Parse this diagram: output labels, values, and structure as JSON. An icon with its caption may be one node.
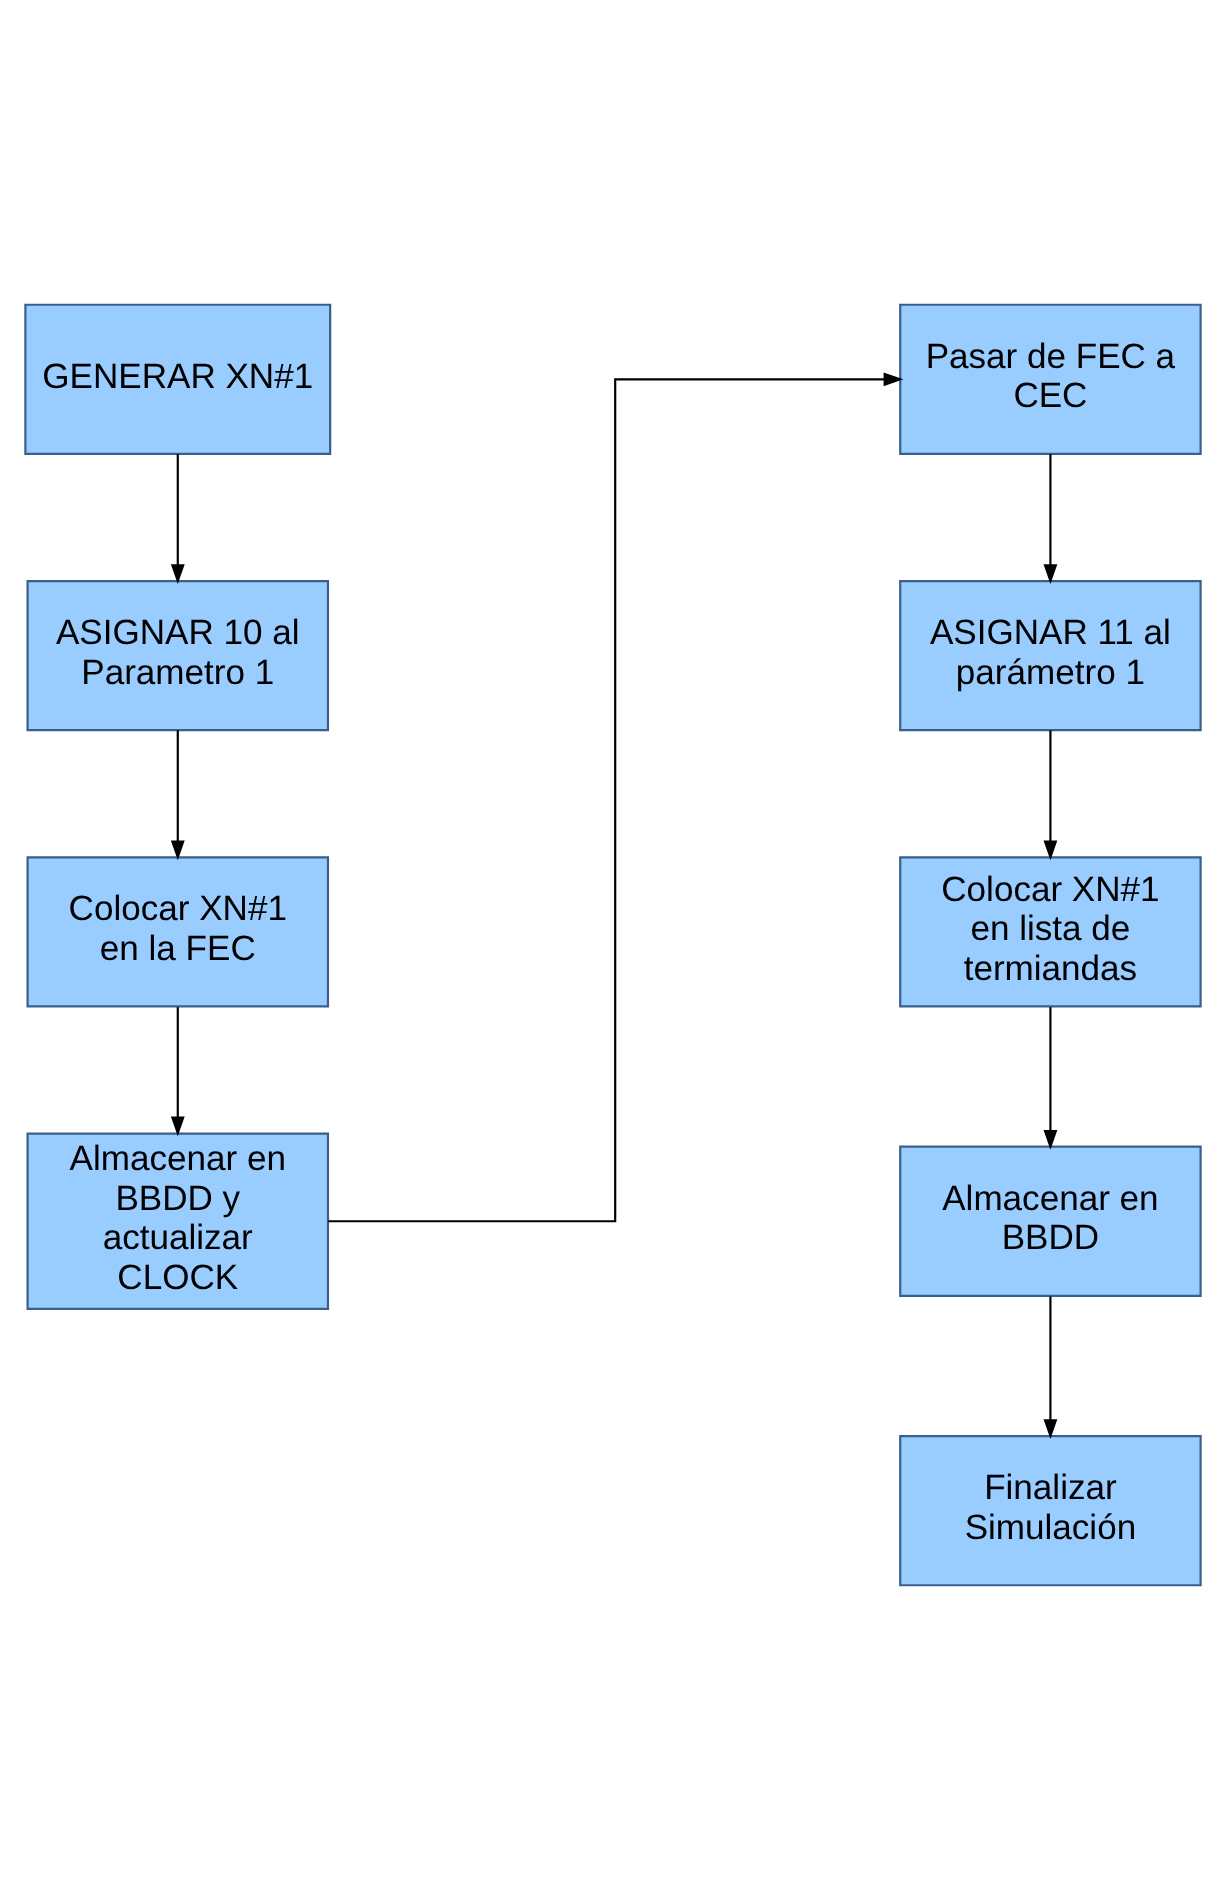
{
  "diagram": {
    "nodes": [
      {
        "text": [
          "GENERAR XN#1"
        ]
      },
      {
        "text": [
          "ASIGNAR 10 al Parametro 1"
        ]
      },
      {
        "text": [
          "Colocar XN#1 en la FEC"
        ]
      },
      {
        "text": [
          "Almacenar en BBDD y actualizar CLOCK"
        ]
      },
      {
        "text": [
          "Pasar de FEC a CEC"
        ]
      },
      {
        "text": [
          "ASIGNAR 11 al parámetro 1"
        ]
      },
      {
        "text": [
          "Colocar XN#1 en lista de termiandas"
        ]
      },
      {
        "text": [
          "Almacenar en BBDD"
        ]
      },
      {
        "text": [
          "Finalizar Simulación"
        ]
      }
    ],
    "edges": [
      {
        "from": 0,
        "to": 1,
        "arrow": "to"
      },
      {
        "from": 1,
        "to": 2,
        "arrow": "to"
      },
      {
        "from": 2,
        "to": 3,
        "arrow": "to"
      },
      {
        "from": 3,
        "to": 4,
        "arrow": "to"
      },
      {
        "from": 4,
        "to": 5,
        "arrow": "to"
      },
      {
        "from": 5,
        "to": 6,
        "arrow": "to"
      },
      {
        "from": 6,
        "to": 7,
        "arrow": "to"
      },
      {
        "from": 7,
        "to": 8,
        "arrow": "to"
      }
    ]
  }
}
